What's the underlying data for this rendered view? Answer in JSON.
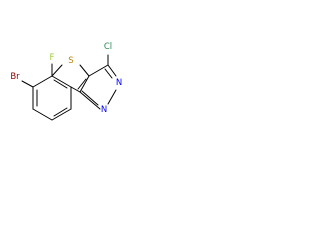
{
  "molecule": {
    "atoms": {
      "br": {
        "label": "Br",
        "color": "#8B0000"
      },
      "f": {
        "label": "F",
        "color": "#9ACD32"
      },
      "s": {
        "label": "S",
        "color": "#B8860B"
      },
      "cl": {
        "label": "Cl",
        "color": "#2E8B57"
      },
      "n_top": {
        "label": "N",
        "color": "#0000FF"
      },
      "n_bottom": {
        "label": "N",
        "color": "#0000FF"
      }
    },
    "bond_color": "#000000"
  }
}
